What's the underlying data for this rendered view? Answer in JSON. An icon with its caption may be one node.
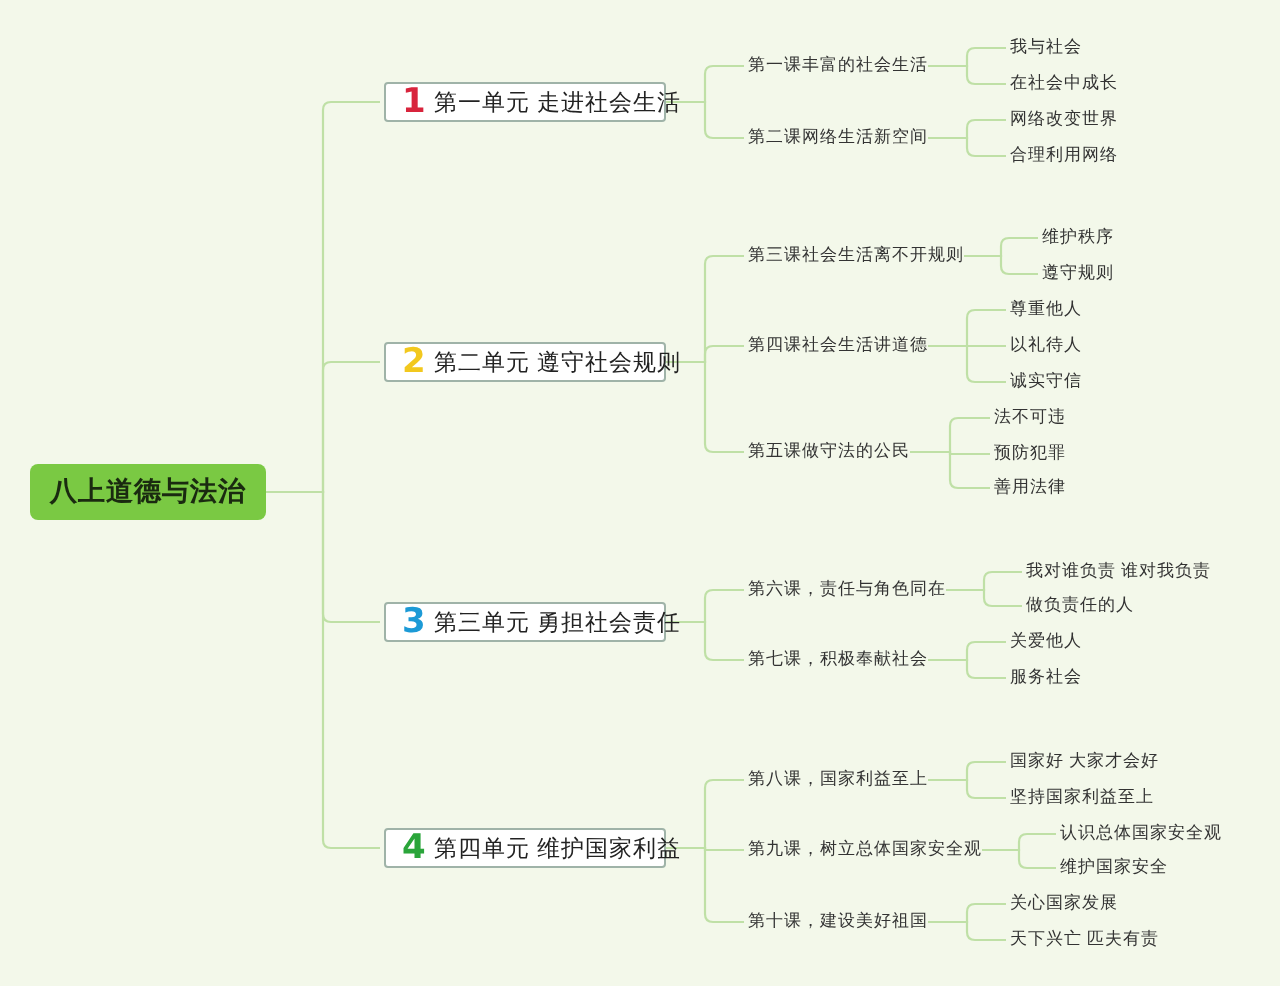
{
  "diagram": {
    "nodes": [
      {
        "text": [
          "八上道德与法治"
        ]
      },
      {
        "text": [
          "1",
          "第一单元 走进社会生活"
        ]
      },
      {
        "text": [
          "第一课丰富的社会生活"
        ]
      },
      {
        "text": [
          "我与社会"
        ]
      },
      {
        "text": [
          "在社会中成长"
        ]
      },
      {
        "text": [
          "第二课网络生活新空间"
        ]
      },
      {
        "text": [
          "网络改变世界"
        ]
      },
      {
        "text": [
          "合理利用网络"
        ]
      },
      {
        "text": [
          "2",
          "第二单元 遵守社会规则"
        ]
      },
      {
        "text": [
          "第三课社会生活离不开规则"
        ]
      },
      {
        "text": [
          "维护秩序"
        ]
      },
      {
        "text": [
          "遵守规则"
        ]
      },
      {
        "text": [
          "第四课社会生活讲道德"
        ]
      },
      {
        "text": [
          "尊重他人"
        ]
      },
      {
        "text": [
          "以礼待人"
        ]
      },
      {
        "text": [
          "诚实守信"
        ]
      },
      {
        "text": [
          "第五课做守法的公民"
        ]
      },
      {
        "text": [
          "法不可违"
        ]
      },
      {
        "text": [
          "预防犯罪"
        ]
      },
      {
        "text": [
          "善用法律"
        ]
      },
      {
        "text": [
          "3",
          "第三单元 勇担社会责任"
        ]
      },
      {
        "text": [
          "第六课，责任与角色同在"
        ]
      },
      {
        "text": [
          "我对谁负责 谁对我负责"
        ]
      },
      {
        "text": [
          "做负责任的人"
        ]
      },
      {
        "text": [
          "第七课，积极奉献社会"
        ]
      },
      {
        "text": [
          "关爱他人"
        ]
      },
      {
        "text": [
          "服务社会"
        ]
      },
      {
        "text": [
          "4",
          "第四单元 维护国家利益"
        ]
      },
      {
        "text": [
          "第八课，国家利益至上"
        ]
      },
      {
        "text": [
          "国家好 大家才会好"
        ]
      },
      {
        "text": [
          "坚持国家利益至上"
        ]
      },
      {
        "text": [
          "第九课，树立总体国家安全观"
        ]
      },
      {
        "text": [
          "认识总体国家安全观"
        ]
      },
      {
        "text": [
          "维护国家安全"
        ]
      },
      {
        "text": [
          "第十课，建设美好祖国"
        ]
      },
      {
        "text": [
          "关心国家发展"
        ]
      },
      {
        "text": [
          "天下兴亡 匹夫有责"
        ]
      }
    ],
    "edges": [
      {
        "from": 0,
        "to": 1,
        "arrow": "none"
      },
      {
        "from": 0,
        "to": 8,
        "arrow": "none"
      },
      {
        "from": 0,
        "to": 20,
        "arrow": "none"
      },
      {
        "from": 0,
        "to": 27,
        "arrow": "none"
      },
      {
        "from": 1,
        "to": 2,
        "arrow": "none"
      },
      {
        "from": 1,
        "to": 5,
        "arrow": "none"
      },
      {
        "from": 2,
        "to": 3,
        "arrow": "none"
      },
      {
        "from": 2,
        "to": 4,
        "arrow": "none"
      },
      {
        "from": 5,
        "to": 6,
        "arrow": "none"
      },
      {
        "from": 5,
        "to": 7,
        "arrow": "none"
      },
      {
        "from": 8,
        "to": 9,
        "arrow": "none"
      },
      {
        "from": 8,
        "to": 12,
        "arrow": "none"
      },
      {
        "from": 8,
        "to": 16,
        "arrow": "none"
      },
      {
        "from": 9,
        "to": 10,
        "arrow": "none"
      },
      {
        "from": 9,
        "to": 11,
        "arrow": "none"
      },
      {
        "from": 12,
        "to": 13,
        "arrow": "none"
      },
      {
        "from": 12,
        "to": 14,
        "arrow": "none"
      },
      {
        "from": 12,
        "to": 15,
        "arrow": "none"
      },
      {
        "from": 16,
        "to": 17,
        "arrow": "none"
      },
      {
        "from": 16,
        "to": 18,
        "arrow": "none"
      },
      {
        "from": 16,
        "to": 19,
        "arrow": "none"
      },
      {
        "from": 20,
        "to": 21,
        "arrow": "none"
      },
      {
        "from": 20,
        "to": 24,
        "arrow": "none"
      },
      {
        "from": 21,
        "to": 22,
        "arrow": "none"
      },
      {
        "from": 21,
        "to": 23,
        "arrow": "none"
      },
      {
        "from": 24,
        "to": 25,
        "arrow": "none"
      },
      {
        "from": 24,
        "to": 26,
        "arrow": "none"
      },
      {
        "from": 27,
        "to": 28,
        "arrow": "none"
      },
      {
        "from": 27,
        "to": 31,
        "arrow": "none"
      },
      {
        "from": 27,
        "to": 34,
        "arrow": "none"
      },
      {
        "from": 28,
        "to": 29,
        "arrow": "none"
      },
      {
        "from": 28,
        "to": 30,
        "arrow": "none"
      },
      {
        "from": 31,
        "to": 32,
        "arrow": "none"
      },
      {
        "from": 31,
        "to": 33,
        "arrow": "none"
      },
      {
        "from": 34,
        "to": 35,
        "arrow": "none"
      },
      {
        "from": 34,
        "to": 36,
        "arrow": "none"
      }
    ]
  }
}
